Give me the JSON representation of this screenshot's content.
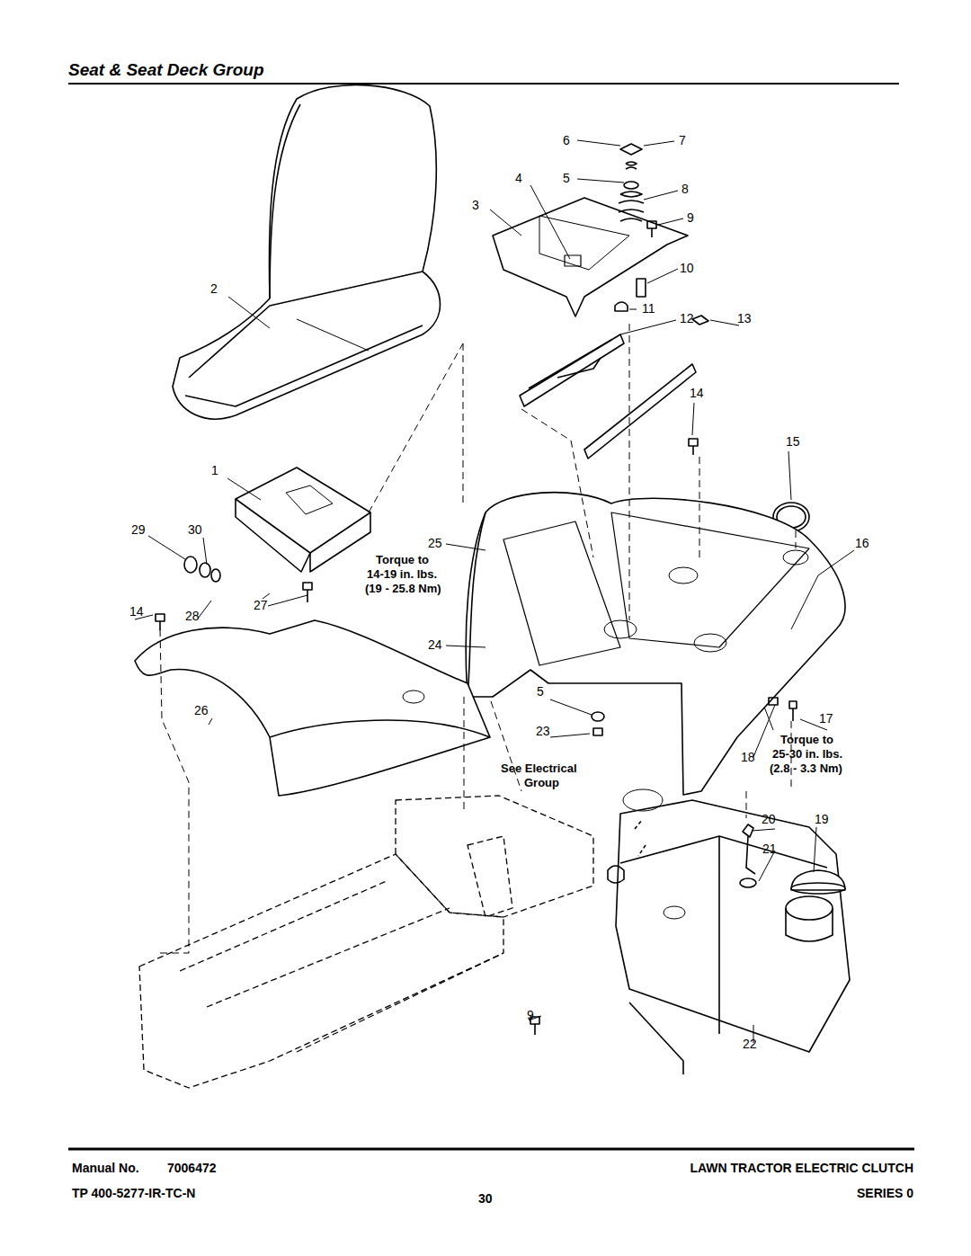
{
  "diagram": {
    "title": "Seat & Seat Deck Group",
    "labels": [
      "6",
      "7",
      "4",
      "5",
      "8",
      "3",
      "9",
      "2",
      "10",
      "11",
      "12",
      "13",
      "14",
      "15",
      "1",
      "29",
      "30",
      "25",
      "16",
      "Torque to",
      "14-19 in. lbs.",
      "(19 - 25.8 Nm)",
      "27",
      "14",
      "28",
      "24",
      "5",
      "26",
      "17",
      "23",
      "Torque to",
      "25-30 in. lbs.",
      "18",
      "(2.8 - 3.3 Nm)",
      "See Electrical",
      "Group",
      "20",
      "19",
      "21",
      "9",
      "22",
      "Manual No.",
      "7006472",
      "LAWN TRACTOR ELECTRIC CLUTCH",
      "TP 400-5277-IR-TC-N",
      "30",
      "SERIES 0"
    ]
  }
}
